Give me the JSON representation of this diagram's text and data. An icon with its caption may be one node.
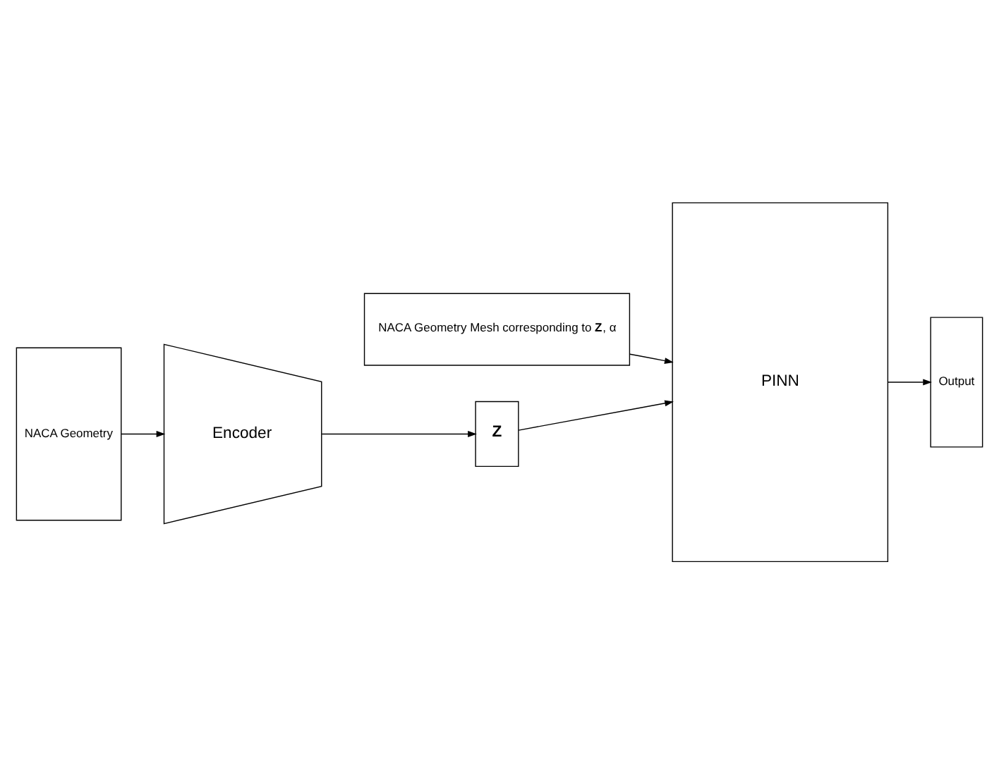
{
  "diagram": {
    "nodes": [
      {
        "text": [
          "NACA Geometry Mesh corresponding to **Z**, α"
        ]
      },
      {
        "text": [
          "NACA Geometry"
        ]
      },
      {
        "text": [
          "Encoder"
        ]
      },
      {
        "text": [
          "Z"
        ]
      },
      {
        "text": [
          "PINN"
        ]
      },
      {
        "text": [
          "Output"
        ]
      }
    ],
    "edges": [
      {
        "from": 1,
        "to": 2,
        "arrow": "to"
      },
      {
        "from": 2,
        "to": 3,
        "arrow": "to"
      },
      {
        "from": 3,
        "to": 4,
        "arrow": "to"
      },
      {
        "from": 0,
        "to": 4,
        "arrow": "to"
      },
      {
        "from": 4,
        "to": 5,
        "arrow": "to"
      }
    ]
  }
}
